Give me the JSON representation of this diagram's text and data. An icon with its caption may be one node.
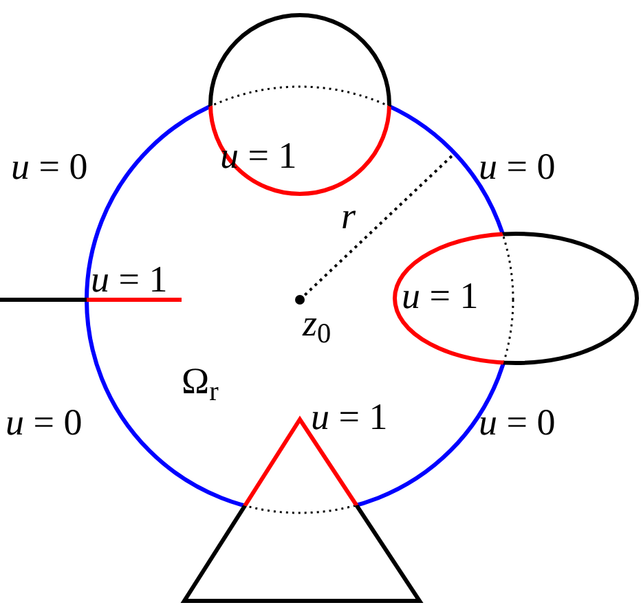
{
  "diagram": {
    "labels": [
      "*u* = 0",
      "*u* = 1",
      "*u* = 0",
      "*r*",
      "*u* = 1",
      "*u* = 1",
      "*z*$_{0}$",
      "Ω$_{r}$",
      "*u* = 1",
      "*u* = 0",
      "*u* = 0"
    ]
  }
}
